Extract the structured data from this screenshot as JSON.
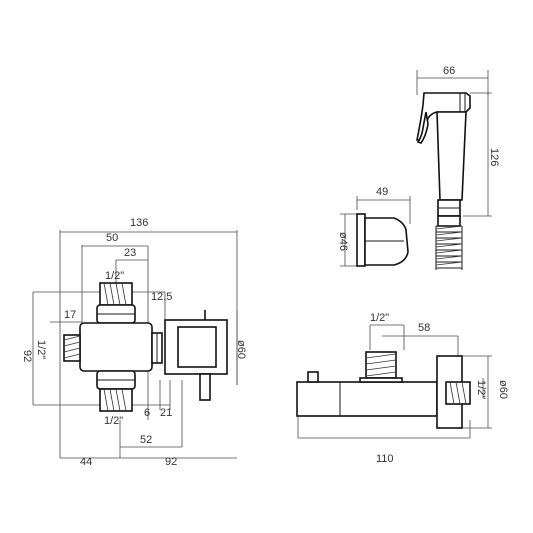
{
  "dimensions": {
    "front_view": {
      "overall_width": "136",
      "inlet_span": "50",
      "thread_offset": "23",
      "thread_top": "1/2\"",
      "offset_12_5": "12,5",
      "offset_17": "17",
      "height_92": "92",
      "thread_side": "1/2\"",
      "diameter_60": "ø60",
      "offset_6": "6",
      "offset_21": "21",
      "thread_bottom": "1/2\"",
      "span_52": "52",
      "span_44": "44",
      "span_92": "92"
    },
    "side_view": {
      "thread_top": "1/2\"",
      "offset_58": "58",
      "thread_side": "1/2\"",
      "diameter_60": "ø60",
      "length_110": "110"
    },
    "holder": {
      "width_49": "49",
      "diameter_46": "ø46"
    },
    "handset": {
      "width_66": "66",
      "height_126": "126"
    }
  }
}
